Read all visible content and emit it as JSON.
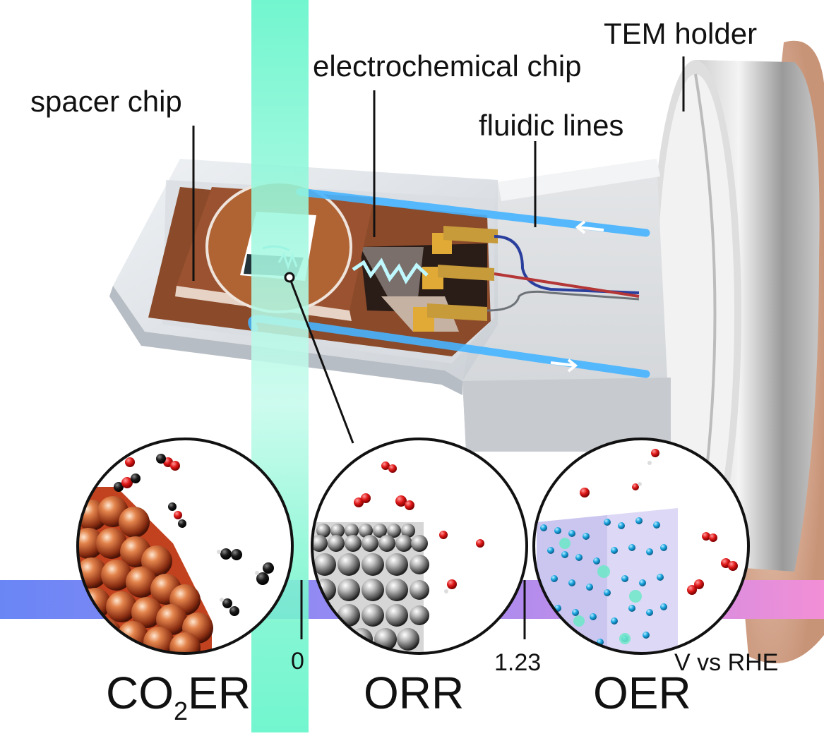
{
  "labels": {
    "tem_holder": "TEM holder",
    "electrochemical_chip": "electrochemical chip",
    "spacer_chip": "spacer chip",
    "fluidic_lines": "fluidic lines"
  },
  "axis": {
    "tick_zero": "0",
    "tick_1_23": "1.23",
    "unit": "V vs RHE"
  },
  "reactions": {
    "co2er_prefix": "CO",
    "co2er_subscript": "2",
    "co2er_suffix": "ER",
    "orr": "ORR",
    "oer": "OER"
  },
  "colors": {
    "beam": "#5ff5c8",
    "fluid": "#46b4ff",
    "copper": "#b5562e",
    "gold": "#d9a640",
    "axis_left": "#6a86f5",
    "axis_mid": "#a48cf2",
    "axis_right": "#f28fd6"
  }
}
